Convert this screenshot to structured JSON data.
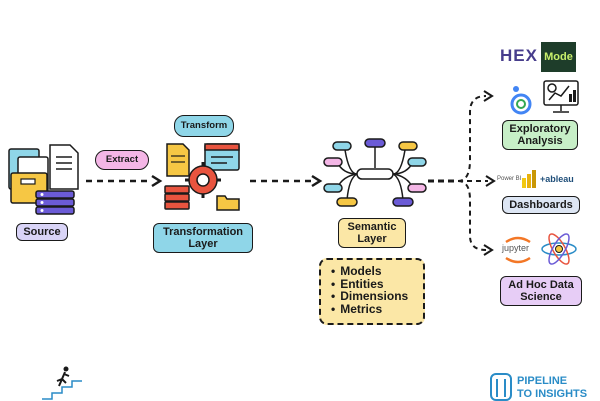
{
  "nodes": {
    "source": {
      "label": "Source"
    },
    "extract": {
      "label": "Extract"
    },
    "transform": {
      "label": "Transform"
    },
    "transformation_layer": {
      "line1": "Transformation",
      "line2": "Layer"
    },
    "semantic_layer": {
      "line1": "Semantic",
      "line2": "Layer"
    },
    "semantic_items": [
      "Models",
      "Entities",
      "Dimensions",
      "Metrics"
    ],
    "exploratory": {
      "line1": "Exploratory",
      "line2": "Analysis"
    },
    "dashboards": {
      "label": "Dashboards"
    },
    "adhoc": {
      "line1": "Ad Hoc Data",
      "line2": "Science"
    }
  },
  "logos": {
    "hex": "HEX",
    "mode": "Mode",
    "powerbi": "Power BI",
    "tableau": "+ableau",
    "jupyter": "jupyter"
  },
  "brand": {
    "line1": "PIPELINE",
    "line2": "TO INSIGHTS"
  },
  "colors": {
    "source_fill": "#d9d4f7",
    "extract_fill": "#f4b6e6",
    "transform_fill": "#8fd6e8",
    "transformation_fill": "#8fd6e8",
    "semantic_fill": "#fbe7a6",
    "exploratory_fill": "#c7efc7",
    "dashboards_fill": "#dde6f4",
    "adhoc_fill": "#e7cdf6",
    "brand_blue": "#2a8cc7"
  }
}
